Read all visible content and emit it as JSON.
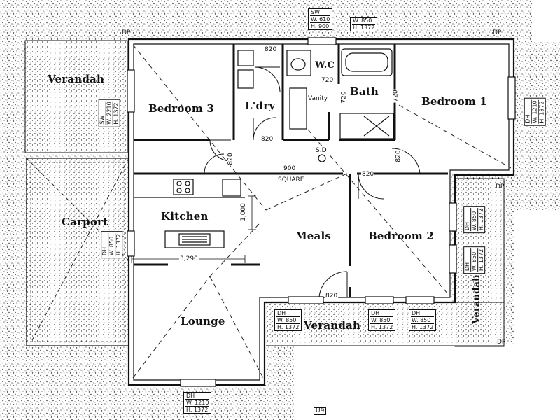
{
  "rooms": {
    "verandah_nw": "Verandah",
    "bedroom3": "Bedroom 3",
    "laundry": "L'dry",
    "wc": "W.C",
    "vanity": "Vanity",
    "bath": "Bath",
    "bedroom1": "Bedroom 1",
    "carport": "Carport",
    "kitchen": "Kitchen",
    "meals": "Meals",
    "bedroom2": "Bedroom 2",
    "lounge": "Lounge",
    "verandah_s": "Verandah",
    "verandah_e": "Verandah"
  },
  "dimensions": {
    "d820_top": "820",
    "d720_a": "720",
    "d720_b": "720",
    "d720_c": "720",
    "d820_ldry": "820",
    "d820_b3": "820",
    "d900": "900",
    "square": "SQUARE",
    "d820_b2": "820",
    "d820_b1": "820",
    "d1000": "1,000",
    "d3290": "3,290",
    "d820_meals": "820",
    "sd": "S.D"
  },
  "window_tags": {
    "top": [
      "SW",
      "W. 610",
      "H. 900"
    ],
    "top_right": [
      "W. 850",
      "H. 1372"
    ],
    "nw_verandah": [
      "SW",
      "W. 2210",
      "H. 1372"
    ],
    "bed1_e": [
      "DH",
      "W. 1210",
      "H. 1372"
    ],
    "e_upper": [
      "DH",
      "W. 850",
      "H. 1372"
    ],
    "e_lower": [
      "DH",
      "W. 850",
      "H. 1372"
    ],
    "carport": [
      "DH",
      "W. 850",
      "H. 1372"
    ],
    "s1": [
      "DH",
      "W. 850",
      "H. 1372"
    ],
    "s2": [
      "DH",
      "W. 850",
      "H. 1372"
    ],
    "s3": [
      "DH",
      "W. 850",
      "H. 1372"
    ],
    "lounge_s": [
      "DH",
      "W. 1210",
      "H. 1372"
    ]
  },
  "markers": {
    "dp": "DP",
    "u9": "U9"
  }
}
